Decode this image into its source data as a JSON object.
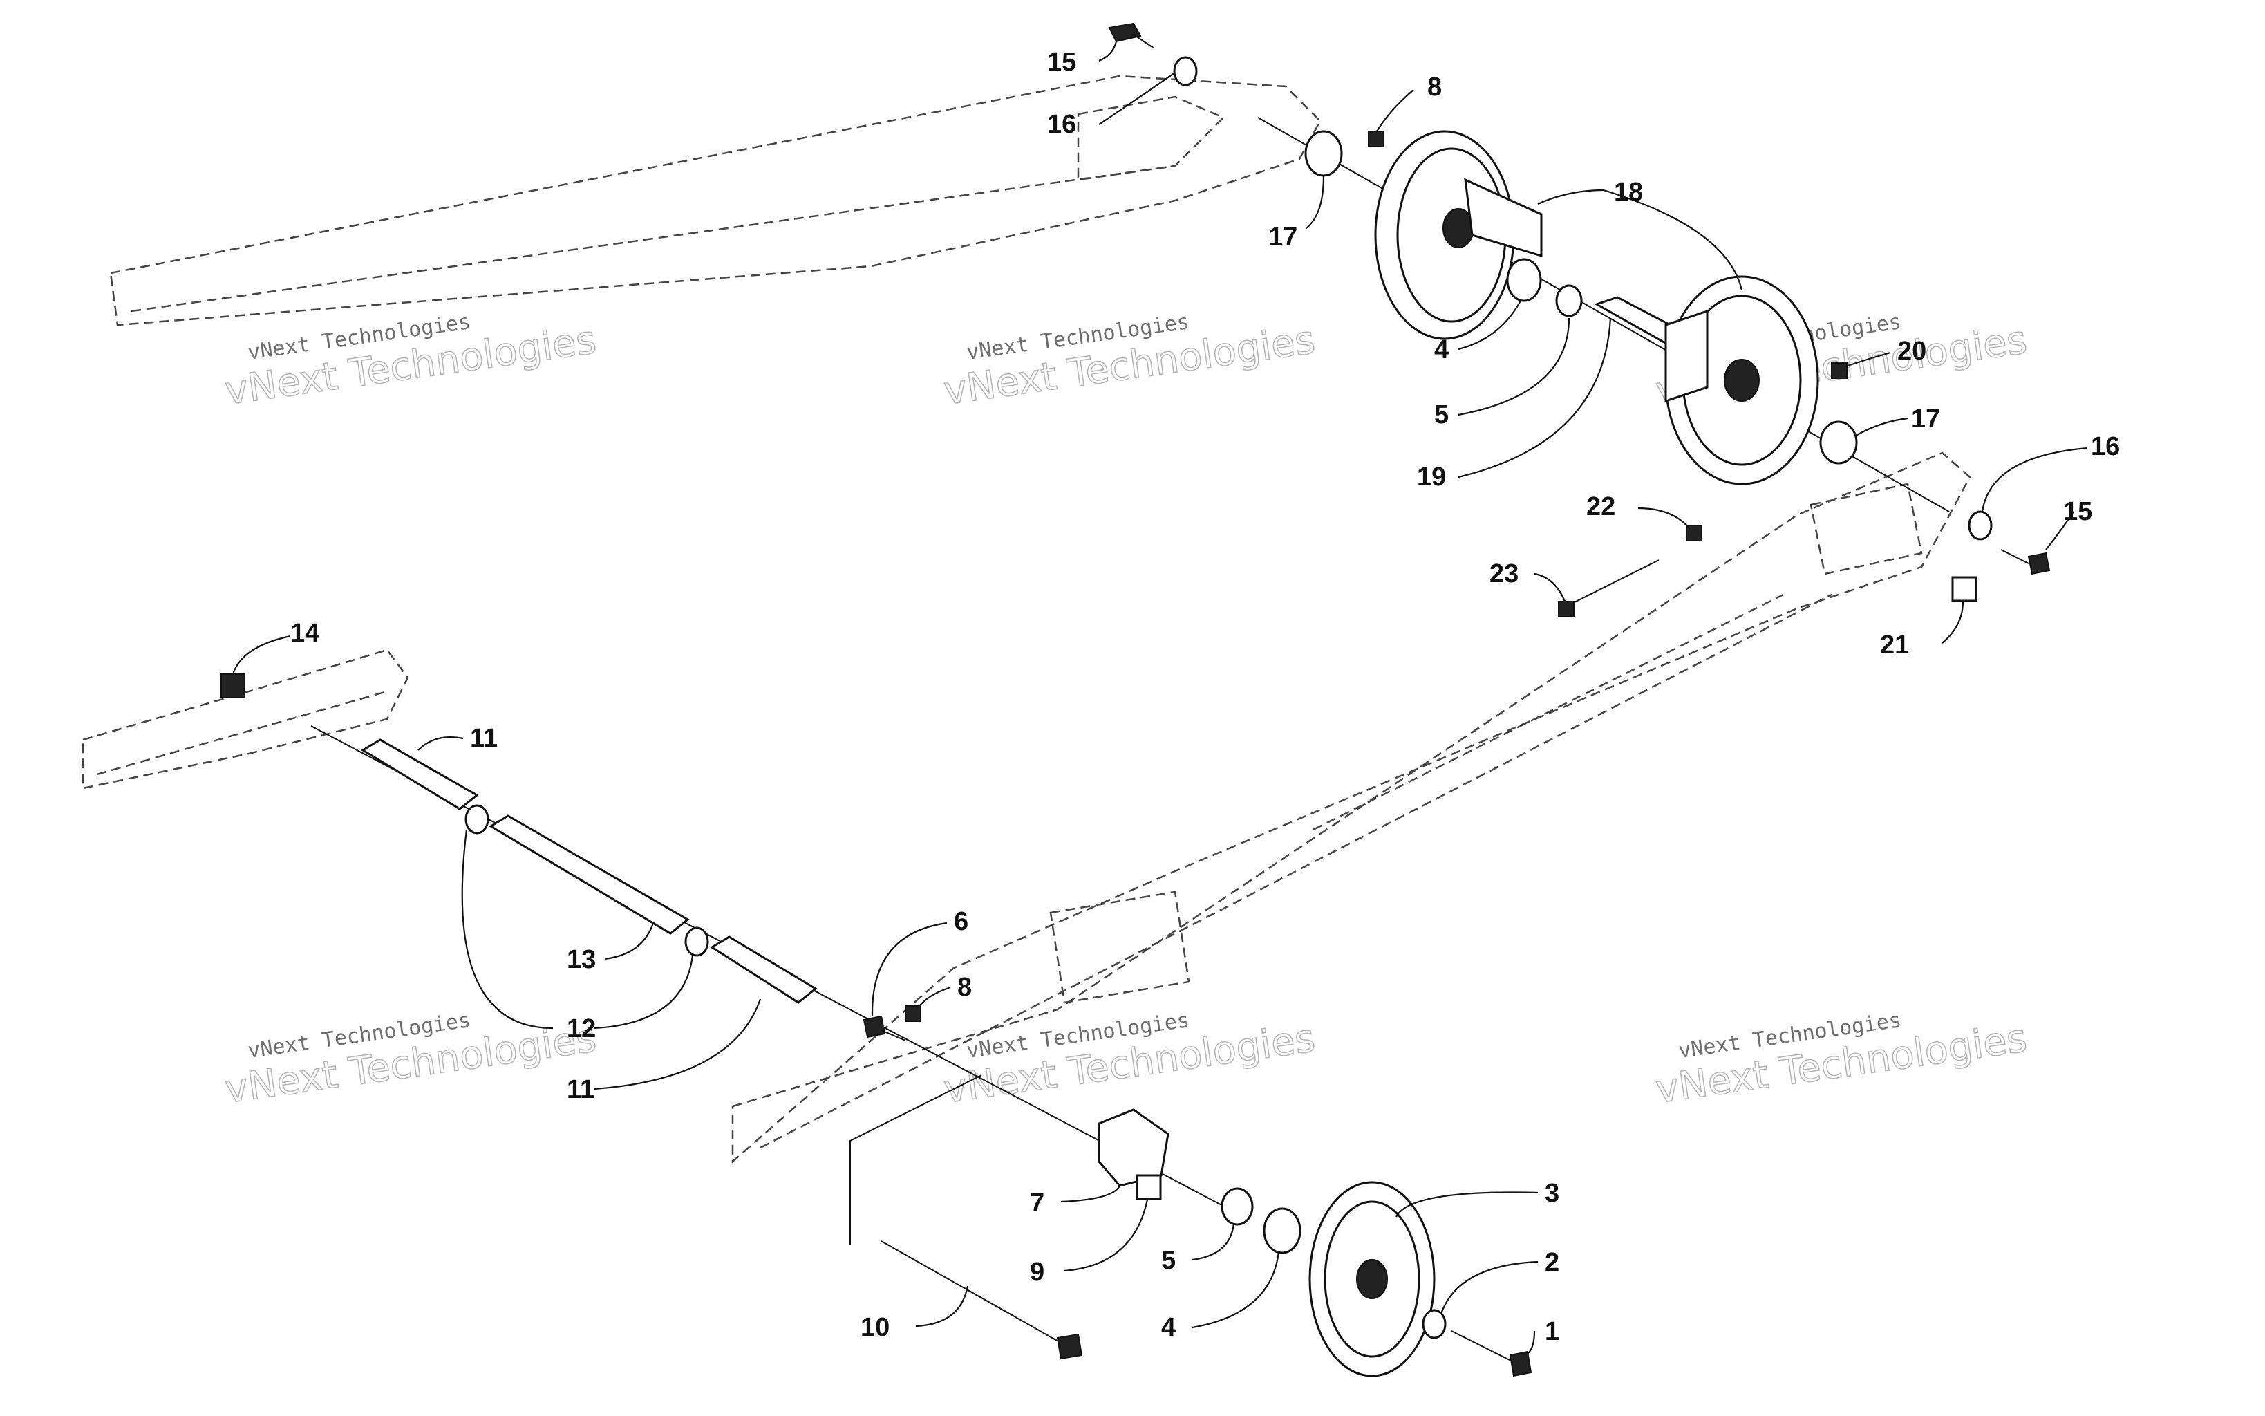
{
  "watermarks": [
    {
      "line1": "vNext Technologies",
      "line2": "vNext Technologies"
    },
    {
      "line1": "vNext Technologies",
      "line2": "vNext Technologies"
    },
    {
      "line1": "vNext Technologies",
      "line2": "vNext Technologies"
    },
    {
      "line1": "vNext Technologies",
      "line2": "vNext Technologies"
    },
    {
      "line1": "vNext Technologies",
      "line2": "vNext Technologies"
    },
    {
      "line1": "vNext Technologies",
      "line2": "vNext Technologies"
    }
  ],
  "callouts": [
    {
      "id": "c15a",
      "label": "15"
    },
    {
      "id": "c16a",
      "label": "16"
    },
    {
      "id": "c8a",
      "label": "8"
    },
    {
      "id": "c17a",
      "label": "17"
    },
    {
      "id": "c18",
      "label": "18"
    },
    {
      "id": "c4a",
      "label": "4"
    },
    {
      "id": "c5a",
      "label": "5"
    },
    {
      "id": "c19",
      "label": "19"
    },
    {
      "id": "c20",
      "label": "20"
    },
    {
      "id": "c17b",
      "label": "17"
    },
    {
      "id": "c16b",
      "label": "16"
    },
    {
      "id": "c15b",
      "label": "15"
    },
    {
      "id": "c22",
      "label": "22"
    },
    {
      "id": "c23",
      "label": "23"
    },
    {
      "id": "c21",
      "label": "21"
    },
    {
      "id": "c14",
      "label": "14"
    },
    {
      "id": "c11a",
      "label": "11"
    },
    {
      "id": "c13",
      "label": "13"
    },
    {
      "id": "c12",
      "label": "12"
    },
    {
      "id": "c11b",
      "label": "11"
    },
    {
      "id": "c6",
      "label": "6"
    },
    {
      "id": "c8b",
      "label": "8"
    },
    {
      "id": "c7",
      "label": "7"
    },
    {
      "id": "c9",
      "label": "9"
    },
    {
      "id": "c5b",
      "label": "5"
    },
    {
      "id": "c4b",
      "label": "4"
    },
    {
      "id": "c3",
      "label": "3"
    },
    {
      "id": "c2",
      "label": "2"
    },
    {
      "id": "c1",
      "label": "1"
    },
    {
      "id": "c10",
      "label": "10"
    }
  ]
}
